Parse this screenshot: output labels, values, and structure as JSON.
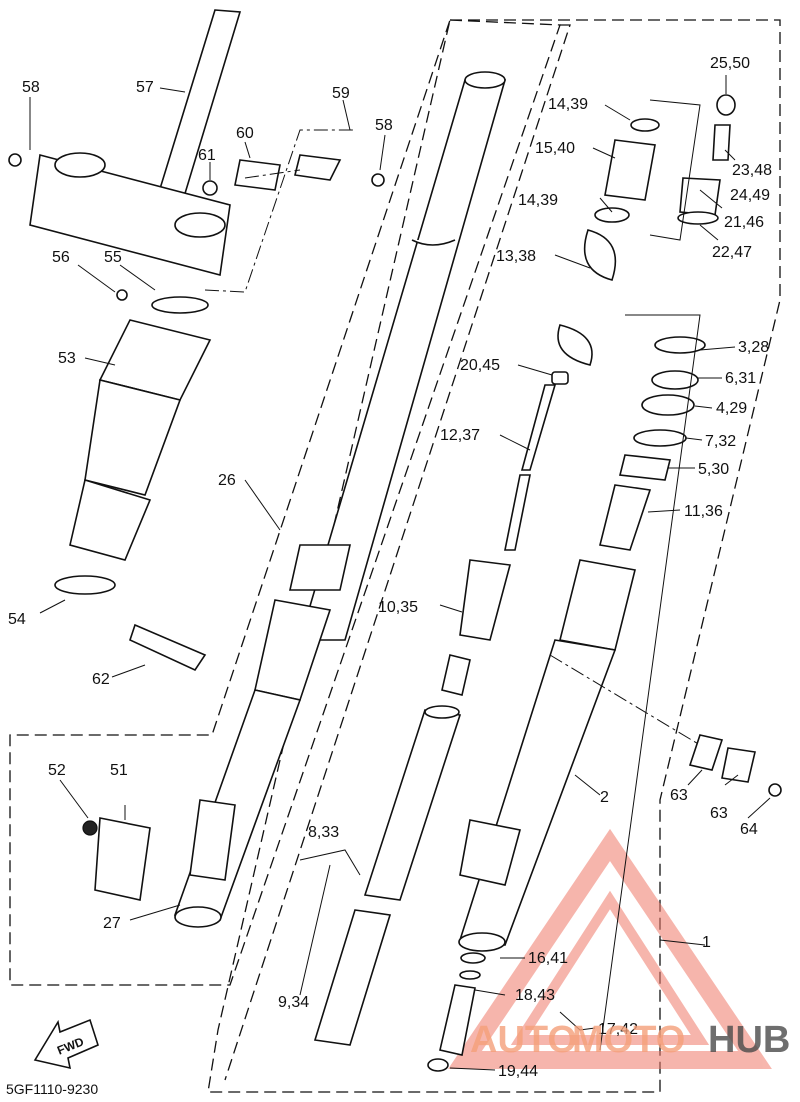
{
  "labels": {
    "l1": "1",
    "l2": "2",
    "l3": "3,28",
    "l4": "4,29",
    "l5": "5,30",
    "l6": "6,31",
    "l7": "7,32",
    "l8": "8,33",
    "l9": "9,34",
    "l10": "10,35",
    "l11": "11,36",
    "l12": "12,37",
    "l13": "13,38",
    "l14a": "14,39",
    "l14b": "14,39",
    "l15": "15,40",
    "l16": "16,41",
    "l17": "17,42",
    "l18": "18,43",
    "l19": "19,44",
    "l20": "20,45",
    "l21": "21,46",
    "l22": "22,47",
    "l23": "23,48",
    "l24": "24,49",
    "l25": "25,50",
    "l26": "26",
    "l27": "27",
    "l51": "51",
    "l52": "52",
    "l53": "53",
    "l54": "54",
    "l55": "55",
    "l56": "56",
    "l57": "57",
    "l58a": "58",
    "l58b": "58",
    "l59": "59",
    "l60": "60",
    "l61": "61",
    "l62": "62",
    "l63a": "63",
    "l63b": "63",
    "l64": "64"
  },
  "diagram_code": "5GF1110-9230",
  "fwd_label": "FWD",
  "watermark": {
    "part1": "AUTO",
    "part2": "MOTO",
    "part3": "HUB",
    "color_main": "#f5a07a",
    "color_dark": "#4a4a4a"
  }
}
